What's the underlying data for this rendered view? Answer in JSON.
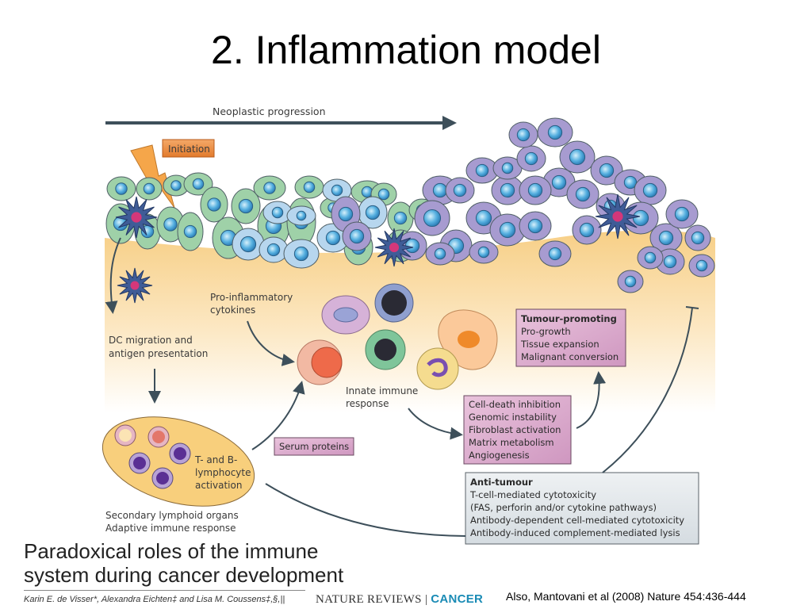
{
  "slide": {
    "title": "2. Inflammation model",
    "citation": "Also, Mantovani et al (2008) Nature 454:436-444"
  },
  "figure": {
    "progression_label": "Neoplastic progression",
    "initiation_label": "Initiation",
    "dc_label": [
      "DC migration and",
      "antigen presentation"
    ],
    "cytokines_label": [
      "Pro-inflammatory",
      "cytokines"
    ],
    "innate_label": [
      "Innate immune",
      "response"
    ],
    "lymphocyte_label": [
      "T- and B-",
      "lymphocyte",
      "activation"
    ],
    "lymphoid_label": [
      "Secondary lymphoid organs",
      "Adaptive immune response"
    ],
    "serum_label": "Serum proteins",
    "tumour_promoting": {
      "heading": "Tumour-promoting",
      "items": [
        "Pro-growth",
        "Tissue expansion",
        "Malignant conversion"
      ]
    },
    "mechanisms": {
      "items": [
        "Cell-death inhibition",
        "Genomic instability",
        "Fibroblast activation",
        "Matrix metabolism",
        "Angiogenesis"
      ]
    },
    "anti_tumour": {
      "heading": "Anti-tumour",
      "items": [
        "T-cell-mediated cytotoxicity",
        "(FAS, perforin and/or cytokine pathways)",
        "Antibody-dependent cell-mediated cytotoxicity",
        "Antibody-induced complement-mediated lysis"
      ]
    },
    "caption": [
      "Paradoxical roles of the immune",
      "system during cancer development"
    ],
    "authors": "Karin E. de Visser*, Alexandra Eichten‡ and Lisa M. Coussens‡,§,||",
    "journal_name": "NATURE REVIEWS",
    "journal_section": "CANCER",
    "colors": {
      "arrow": "#3d4f5a",
      "stroma": "#f9d58f",
      "normal_cell": "#9fd1a8",
      "dysplastic_cell": "#b7d6ee",
      "tumour_cell": "#a79bd0",
      "nucleus": "#4ea7d9",
      "dendritic_cell": "#3f5c97",
      "initiation_box": "#e8893c",
      "pink_box": "#d8a6c9",
      "grey_box": "#dde3e7",
      "journal_accent": "#1a8bb5"
    }
  }
}
